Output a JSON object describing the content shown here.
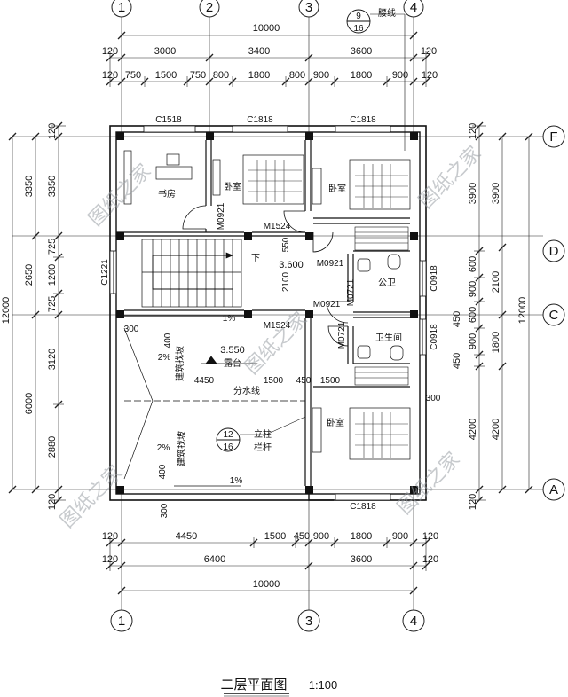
{
  "drawing": {
    "title": "二层平面图",
    "scale": "1:100",
    "watermark": "图纸之家"
  },
  "axes": {
    "top": [
      "1",
      "2",
      "3",
      "4"
    ],
    "bottom": [
      "1",
      "3",
      "4"
    ],
    "right": [
      "F",
      "D",
      "C",
      "A"
    ]
  },
  "dims": {
    "top_total": "10000",
    "top_mid": [
      "120",
      "3000",
      "3400",
      "3600",
      "120"
    ],
    "top_detail": [
      "120",
      "750",
      "1500",
      "750",
      "800",
      "1800",
      "800",
      "900",
      "1800",
      "900",
      "120"
    ],
    "bottom_detail": [
      "120",
      "4450",
      "1500",
      "450",
      "900",
      "1800",
      "900",
      "120"
    ],
    "bottom_mid": [
      "120",
      "6400",
      "3600",
      "120"
    ],
    "bottom_total": "10000",
    "left_total": "12000",
    "left_mid": [
      "3350",
      "2650",
      "6000"
    ],
    "left_detail": [
      "120",
      "3350",
      "725",
      "1200",
      "725",
      "3120",
      "2880",
      "120"
    ],
    "right_total": "12000",
    "right_mid": [
      "3900",
      "2100",
      "1800",
      "4200"
    ],
    "right_detail": [
      "120",
      "3900",
      "600",
      "900",
      "600",
      "450",
      "900",
      "450",
      "4200",
      "120"
    ],
    "right_extra": [
      "450"
    ]
  },
  "rooms": {
    "study": "书房",
    "bedroom1": "卧室",
    "bedroom2": "卧室",
    "bedroom3": "卧室",
    "public_wc": "公卫",
    "bathroom": "卫生间",
    "terrace": "露台"
  },
  "labels": {
    "c1518": "C1518",
    "c1818_top1": "C1818",
    "c1818_top2": "C1818",
    "c1818_bottom": "C1818",
    "c1221": "C1221",
    "c0918_a": "C0918",
    "c0918_b": "C0918",
    "m0921_a": "M0921",
    "m0921_b": "M0921",
    "m0921_c": "M0921",
    "m0721_a": "M0721",
    "m0721_b": "M0721",
    "m1524_a": "M1524",
    "m1524_b": "M1524",
    "down": "下",
    "level_360": "3.600",
    "level_355": "3.550",
    "slope1": "2%",
    "slope2": "2%",
    "slope3": "1%",
    "slope4": "1%",
    "roof_a": "建筑找坡",
    "roof_b": "建筑找坡",
    "watershed": "分水线",
    "waistline": "腰线",
    "column": "立柱",
    "railing": "栏杆",
    "callout1_top": "9",
    "callout1_bot": "16",
    "callout2_top": "12",
    "callout2_bot": "16",
    "d300a": "300",
    "d300b": "300",
    "d300c": "300",
    "d400a": "400",
    "d400b": "400",
    "d550": "550",
    "d2100": "2100",
    "d4450": "4450",
    "d1500a": "1500",
    "d450": "450",
    "d1500b": "1500"
  }
}
